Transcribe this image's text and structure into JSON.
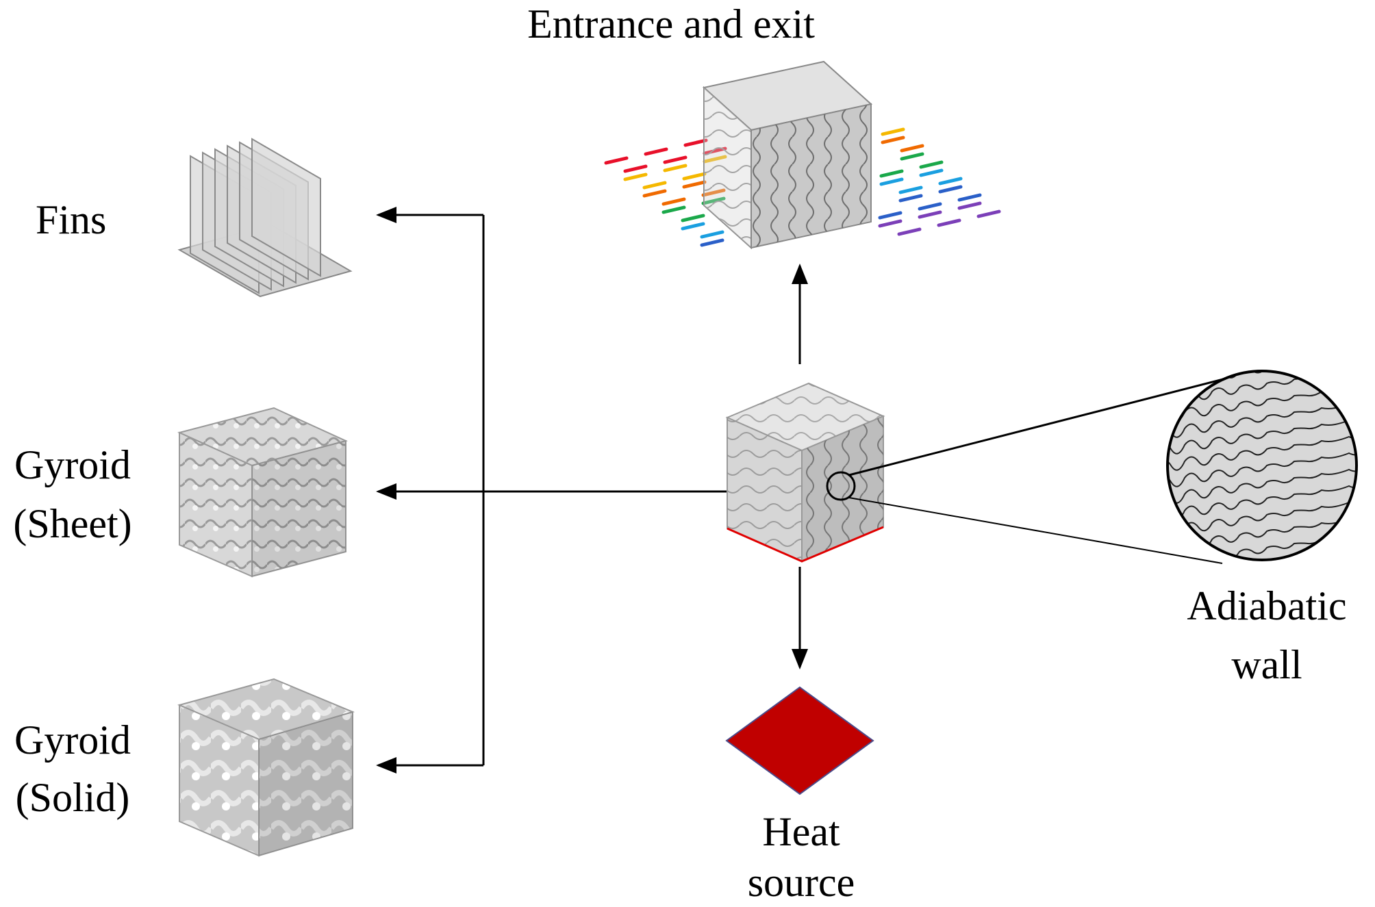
{
  "labels": {
    "entrance_exit": "Entrance and exit",
    "fins": "Fins",
    "gyroid_sheet_1": "Gyroid",
    "gyroid_sheet_2": "(Sheet)",
    "gyroid_solid_1": "Gyroid",
    "gyroid_solid_2": "(Solid)",
    "adiabatic_1": "Adiabatic",
    "adiabatic_2": "wall",
    "heat_1": "Heat",
    "heat_2": "source"
  },
  "colors": {
    "flow": [
      "#e8102a",
      "#f5b800",
      "#f06a00",
      "#1aa84a",
      "#1a9fe0",
      "#2a5fc8",
      "#7b3fb8"
    ],
    "heat_source": "#c00000",
    "heated_edge": "#e00000",
    "cube_light": "#dcdcdc",
    "cube_mid": "#c4c4c4",
    "cube_dark": "#a8a8a8",
    "fin_plate": "#d6d6d6"
  }
}
